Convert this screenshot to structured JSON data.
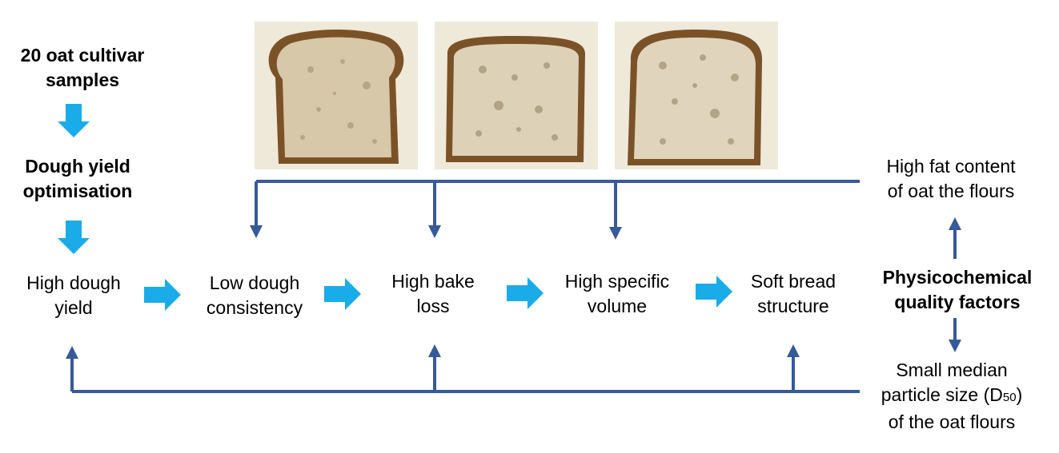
{
  "title_left": {
    "samples": [
      "20 oat cultivar",
      "samples"
    ],
    "optimisation": [
      "Dough yield",
      "optimisation"
    ]
  },
  "chain": [
    [
      "High dough",
      "yield"
    ],
    [
      "Low dough",
      "consistency"
    ],
    [
      "High bake",
      "loss"
    ],
    [
      "High specific",
      "volume"
    ],
    [
      "Soft bread",
      "structure"
    ]
  ],
  "factors": {
    "heading": [
      "Physicochemical",
      "quality factors"
    ],
    "fat": [
      "High fat content",
      "of oat the flours"
    ],
    "particle": {
      "line1": "Small median",
      "line2_prefix": "particle size (D",
      "line2_sub": "50",
      "line2_suffix": ")",
      "line3": "of the oat flours"
    }
  },
  "photos": [
    "bread-slice-1",
    "bread-slice-2",
    "bread-slice-3"
  ],
  "colors": {
    "light_arrow": "#1aace8",
    "dark_connector": "#365a9a",
    "photo_bg": "#efe9da",
    "crust": "#7b5228",
    "crumb": "#dacdb0"
  }
}
